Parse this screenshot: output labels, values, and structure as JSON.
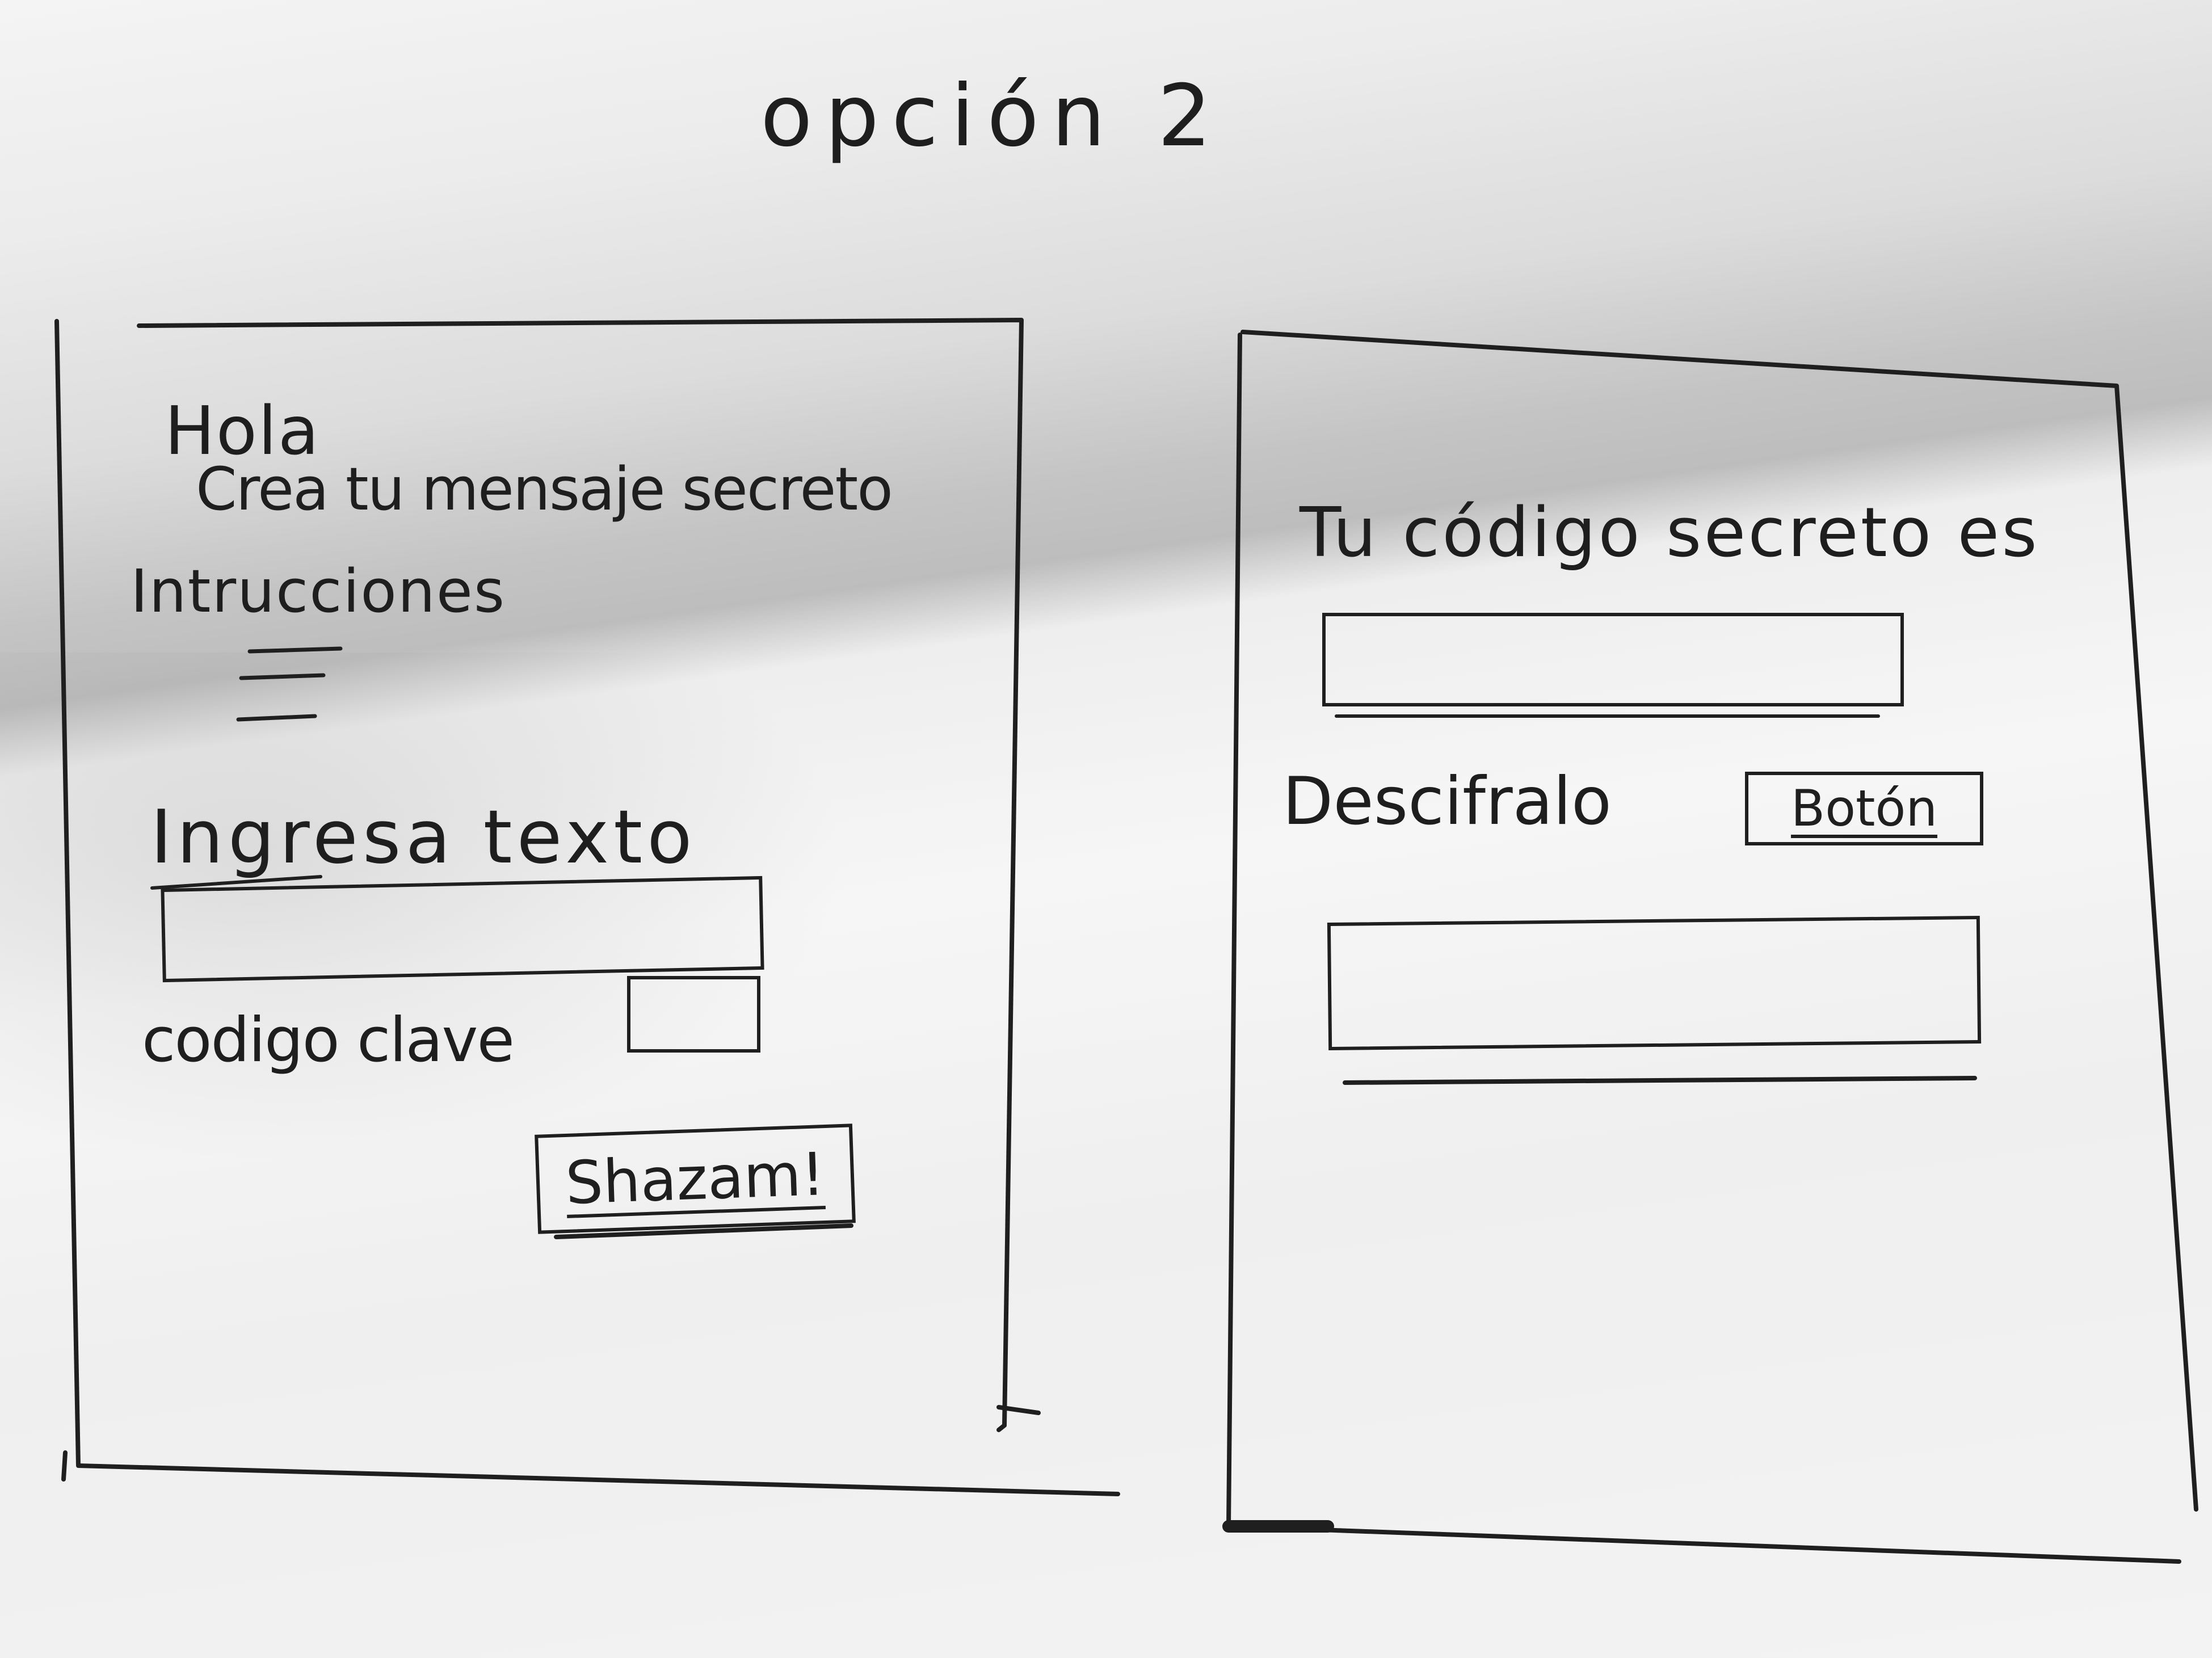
{
  "title": "opción 2",
  "screen_one": {
    "greeting": "Hola",
    "subtitle": "Crea tu mensaje secreto",
    "instructions_label": "Intrucciones",
    "instructions_icon": "hamburger-menu-icon",
    "text_input_label": "Ingresa texto",
    "text_input_value": "",
    "key_label": "codigo clave",
    "key_input_value": "",
    "submit_label": "Shazam!"
  },
  "screen_two": {
    "result_label": "Tu código secreto es",
    "result_value": "",
    "decode_label": "Descifralo",
    "decode_button_label": "Botón",
    "decoded_output_value": ""
  }
}
